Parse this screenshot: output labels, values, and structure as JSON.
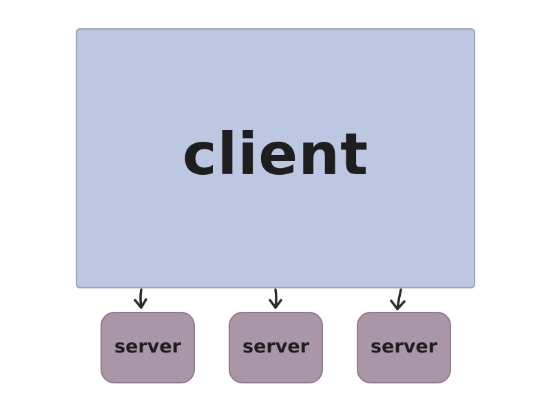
{
  "diagram": {
    "client": {
      "label": "client",
      "fill": "#bcc8e1",
      "stroke": "#9aa4b5"
    },
    "servers": [
      {
        "label": "server"
      },
      {
        "label": "server"
      },
      {
        "label": "server"
      }
    ],
    "server_style": {
      "fill": "#a996a7",
      "stroke": "#8d7c8c"
    },
    "arrow_color": "#2b2b2b",
    "connections": [
      {
        "from": "client",
        "to": "server-1"
      },
      {
        "from": "client",
        "to": "server-2"
      },
      {
        "from": "client",
        "to": "server-3"
      }
    ]
  }
}
